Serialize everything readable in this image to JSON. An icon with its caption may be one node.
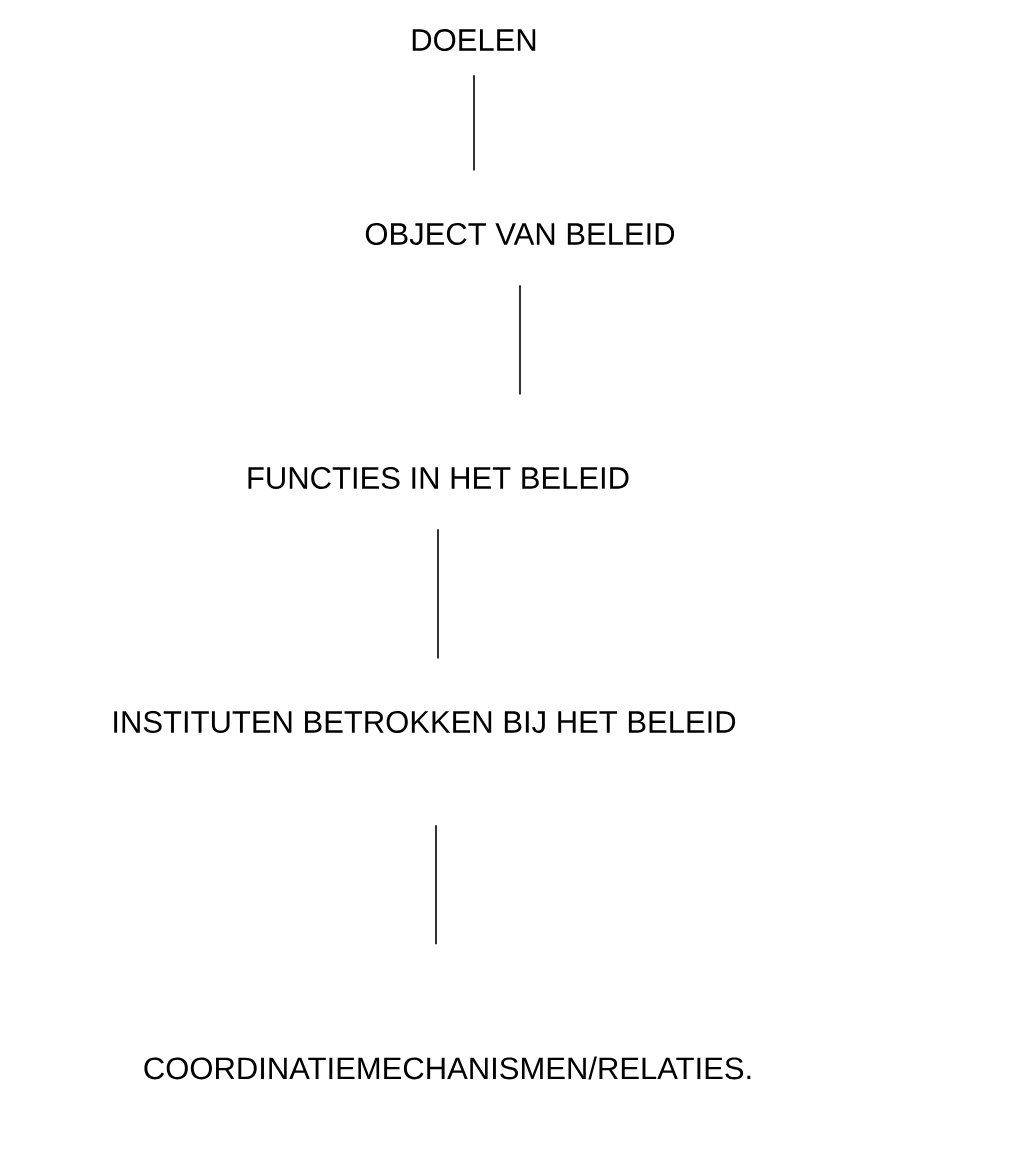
{
  "diagram": {
    "nodes": [
      {
        "text": [
          "DOELEN"
        ]
      },
      {
        "text": [
          "OBJECT VAN BELEID"
        ]
      },
      {
        "text": [
          "FUNCTIES IN HET BELEID"
        ]
      },
      {
        "text": [
          "INSTITUTEN BETROKKEN BIJ HET BELEID"
        ]
      },
      {
        "text": [
          "COORDINATIEMECHANISMEN/RELATIES."
        ]
      }
    ],
    "edges": [
      {
        "from": 0,
        "to": 1,
        "arrow": "none"
      },
      {
        "from": 1,
        "to": 2,
        "arrow": "none"
      },
      {
        "from": 2,
        "to": 3,
        "arrow": "none"
      },
      {
        "from": 3,
        "to": 4,
        "arrow": "none"
      }
    ]
  }
}
